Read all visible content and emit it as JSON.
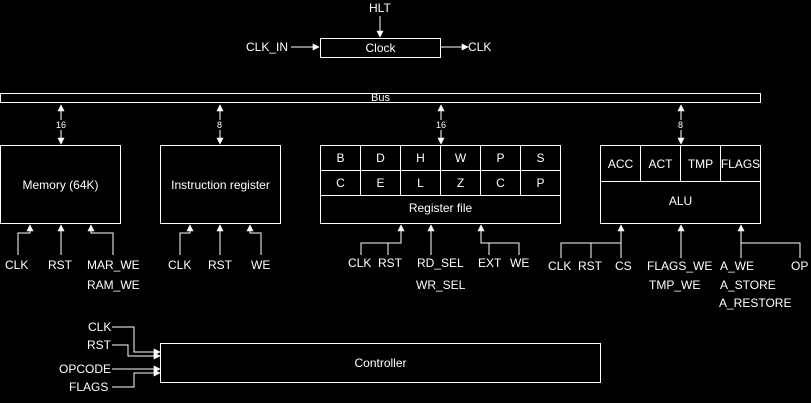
{
  "clock": {
    "label": "Clock",
    "input": "HLT",
    "in_signal": "CLK_IN",
    "out_signal": "CLK"
  },
  "bus": {
    "label": "Bus"
  },
  "memory": {
    "label": "Memory (64K)",
    "width": "16",
    "signals": [
      "CLK",
      "RST",
      "MAR_WE",
      "RAM_WE"
    ]
  },
  "ir": {
    "label": "Instruction register",
    "width": "8",
    "signals": [
      "CLK",
      "RST",
      "WE"
    ]
  },
  "regfile": {
    "label": "Register file",
    "width": "16",
    "registers_row1": [
      "B",
      "D",
      "H",
      "W",
      "P",
      "S"
    ],
    "registers_row2": [
      "C",
      "E",
      "L",
      "Z",
      "C",
      "P"
    ],
    "signals": [
      "CLK",
      "RST",
      "RD_SEL",
      "WR_SEL",
      "EXT",
      "WE"
    ]
  },
  "alu": {
    "label": "ALU",
    "width": "8",
    "registers": [
      "ACC",
      "ACT",
      "TMP",
      "FLAGS"
    ],
    "signals": [
      "CLK",
      "RST",
      "CS",
      "FLAGS_WE",
      "TMP_WE",
      "A_WE",
      "A_STORE",
      "A_RESTORE",
      "OP"
    ]
  },
  "controller": {
    "label": "Controller",
    "inputs": [
      "CLK",
      "RST",
      "OPCODE",
      "FLAGS"
    ]
  }
}
